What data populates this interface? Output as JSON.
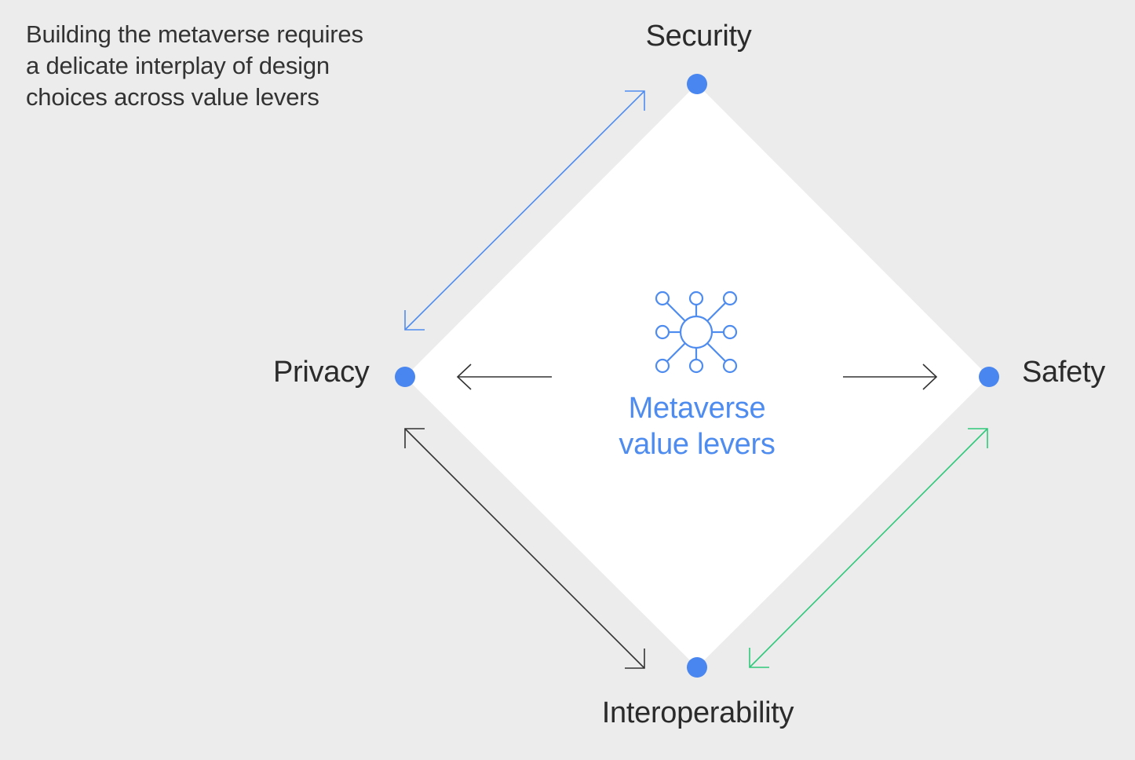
{
  "intro": {
    "line1": "Building the metaverse requires",
    "line2": "a delicate interplay of design",
    "line3": "choices across value levers"
  },
  "center": {
    "line1": "Metaverse",
    "line2": "value levers",
    "icon": "network-hub-icon"
  },
  "nodes": {
    "top": "Security",
    "left": "Privacy",
    "right": "Safety",
    "bottom": "Interoperability"
  },
  "colors": {
    "background": "#ececec",
    "diamond": "#ffffff",
    "node_dot": "#4a86f0",
    "accent_blue": "#4f8cf0",
    "accent_green": "#2ec97a",
    "neutral_arrow": "#333333",
    "text": "#2b2b2b"
  }
}
